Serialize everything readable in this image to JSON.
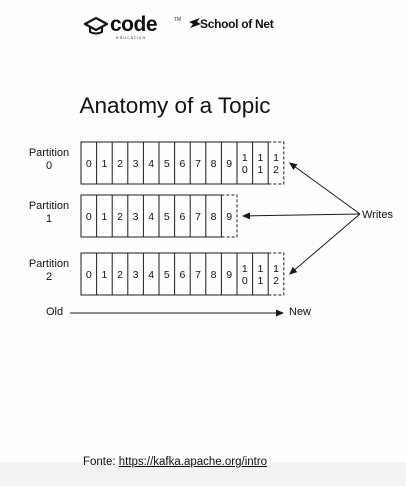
{
  "header": {
    "logo_code": "code",
    "logo_tagline": "education",
    "logo_tm": "TM",
    "logo_school": "School of Net"
  },
  "diagram": {
    "title": "Anatomy of a Topic",
    "partitions": [
      {
        "name": "Partition",
        "number": "0",
        "cells": [
          "0",
          "1",
          "2",
          "3",
          "4",
          "5",
          "6",
          "7",
          "8",
          "9",
          "1\n0",
          "1\n1"
        ],
        "next_write": "1\n2"
      },
      {
        "name": "Partition",
        "number": "1",
        "cells": [
          "0",
          "1",
          "2",
          "3",
          "4",
          "5",
          "6",
          "7",
          "8"
        ],
        "next_write": "9"
      },
      {
        "name": "Partition",
        "number": "2",
        "cells": [
          "0",
          "1",
          "2",
          "3",
          "4",
          "5",
          "6",
          "7",
          "8",
          "9",
          "1\n0",
          "1\n1"
        ],
        "next_write": "1\n2"
      }
    ],
    "writes_label": "Writes",
    "axis": {
      "old": "Old",
      "new": "New"
    }
  },
  "source": {
    "prefix": "Fonte: ",
    "url": "https://kafka.apache.org/intro"
  },
  "colors": {
    "stroke": "#1a1a1a",
    "background": "#fdfdfd"
  }
}
